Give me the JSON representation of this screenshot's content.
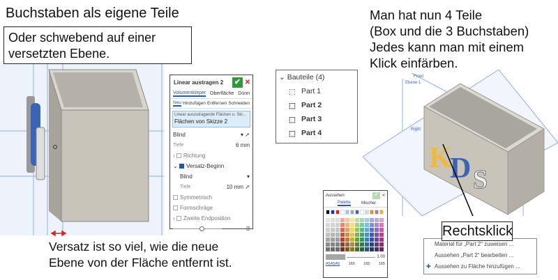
{
  "left": {
    "title": "Buchstaben als eigene Teile",
    "note_line1": "Oder schwebend auf einer",
    "note_line2": "versetzten Ebene.",
    "caption_line1": "Versatz ist so viel, wie die neue",
    "caption_line2": "Ebene von der Fläche entfernt ist."
  },
  "feature_panel": {
    "title": "Linear austragen 2",
    "tabs": [
      "Volumenkörper",
      "Oberfläche",
      "Dünn"
    ],
    "subtabs": [
      "Neu",
      "Hinzufügen",
      "Entfernen",
      "Schneiden"
    ],
    "selection_hint": "Linear auszutragende Flächen u. Ski...",
    "selection_value": "Flächen von Skizze 2",
    "end_type": "Blind",
    "depth_label": "Tiefe",
    "depth_value": "6 mm",
    "direction_label": "Richtung",
    "offset_start_label": "Versatz-Beginn",
    "offset_type": "Blind",
    "offset_depth_label": "Tiefe",
    "offset_depth_value": "10 mm",
    "symmetric_label": "Symmetrisch",
    "draft_label": "Formschräge",
    "second_end_label": "Zweite Endposition"
  },
  "parts": {
    "header": "Bauteile (4)",
    "items": [
      "Part 1",
      "Part 2",
      "Part 3",
      "Part 4"
    ]
  },
  "right": {
    "line1": "Man hat nun 4 Teile",
    "line2": "(Box und die 3 Buchstaben)",
    "line3": "Jedes kann man mit einem",
    "line4": "Klick einfärben.",
    "plane_labels": [
      "Front",
      "Ebene 1",
      "Right"
    ],
    "rechtsklick": "Rechtsklick"
  },
  "appearance": {
    "title": "Aussehen",
    "tabs": [
      "Palette",
      "Mischer"
    ],
    "opacity": "1.00",
    "hex": "A5A5A5",
    "rgb": [
      "165",
      "165",
      "165"
    ],
    "top_colors": [
      "#000000",
      "#1030e0",
      "#e02020",
      "#ffffff",
      "#9cc4ec",
      "#a5a5a5",
      "#3c64c0",
      "#ffffff",
      "#c8dcf0",
      "#f08c14",
      "#8c8c8c",
      "#f0b428"
    ],
    "hues": [
      "#c8c8c8",
      "#c0c0b8",
      "#b8c0c8",
      "#e05030",
      "#e89040",
      "#f0d040",
      "#80c040",
      "#40b080",
      "#40a0d0",
      "#4060c0",
      "#8050c0",
      "#c040a0"
    ]
  },
  "context_menu": {
    "items": [
      "Material für „Part 2“ zuweisen ...",
      "Aussehen „Part 2“ bearbeiten ...",
      "Aussehen zu Fläche hinzufügen ..."
    ]
  },
  "colors": {
    "accent": "#2456b3",
    "ok": "#2e9a3a",
    "box": "#c8c4ba",
    "letter_yellow": "#f0b840",
    "letter_blue": "#3c64b4"
  }
}
